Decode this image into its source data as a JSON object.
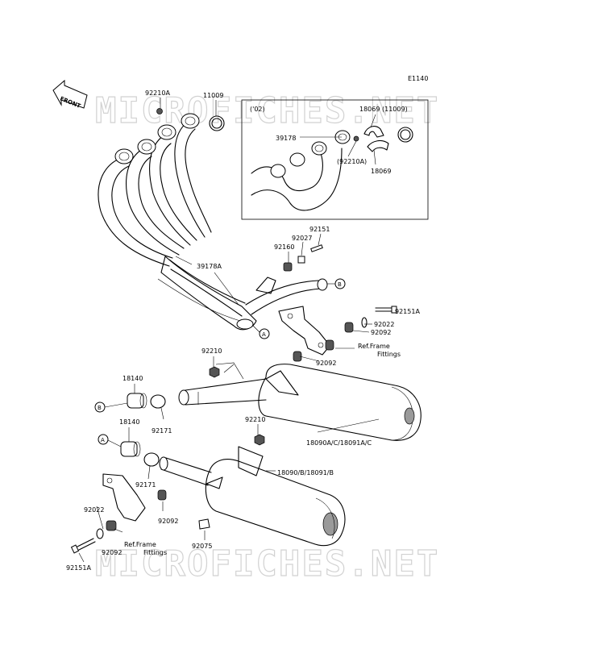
{
  "diagram": {
    "code": "E1140",
    "front_label": "FRONT",
    "watermark": "MICROFICHES.NET",
    "inset_year": "('02)",
    "parts": {
      "p92210A_top": "92210A",
      "p11009_top": "11009",
      "p18069_11009": "18069 (11009)",
      "p39178": "39178",
      "p92210A_paren": "(92210A)",
      "p18069_b": "18069",
      "p92151_top": "92151",
      "p92027": "92027",
      "p92160": "92160",
      "p39178A": "39178A",
      "p92151A_r": "92151A",
      "p92022_r": "92022",
      "p92092_r1": "92092",
      "p92092_r2": "92092",
      "ref_frame_r1": "Ref.Frame",
      "ref_frame_r2": "Fittings",
      "p92210_mid": "92210",
      "p18140_a": "18140",
      "p18140_b": "18140",
      "p92171_a": "92171",
      "p92171_b": "92171",
      "p92210_low": "92210",
      "p18090A": "18090A/C/18091A/C",
      "p18090": "18090/B/18091/B",
      "p92022_l": "92022",
      "p92092_l1": "92092",
      "p92092_l2": "92092",
      "ref_frame_l1": "Ref.Frame",
      "ref_frame_l2": "Fittings",
      "p92075": "92075",
      "p92151A_l": "92151A"
    },
    "callouts": {
      "A": "A",
      "B": "B"
    }
  }
}
